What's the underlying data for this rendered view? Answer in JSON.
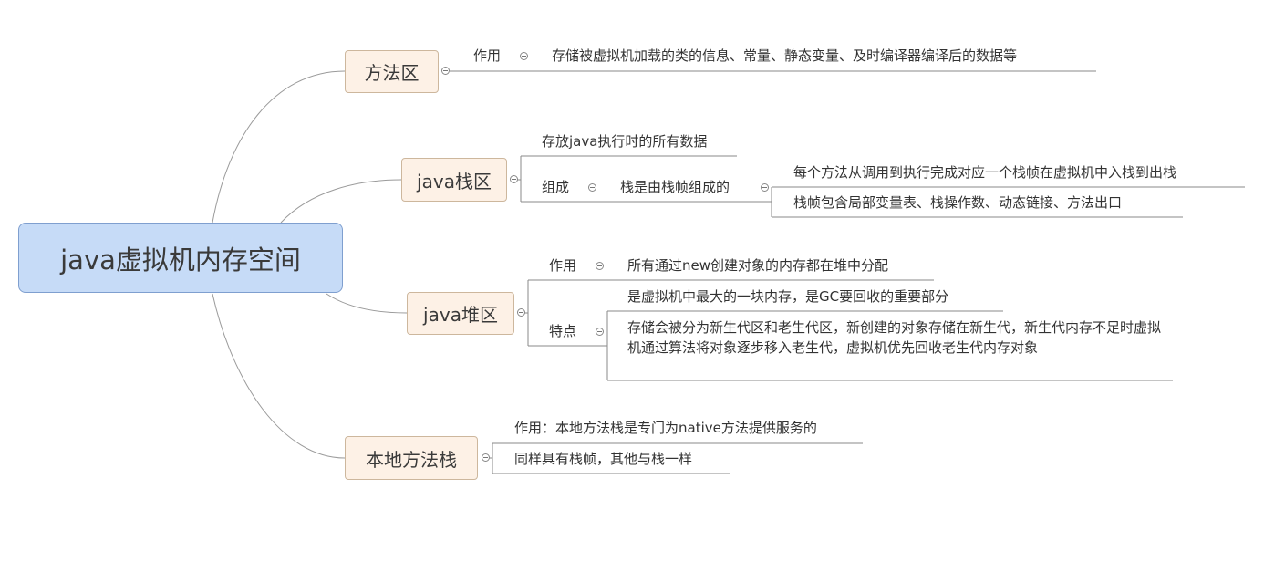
{
  "root": {
    "label": "java虚拟机内存空间"
  },
  "method_area": {
    "label": "方法区",
    "role_label": "作用",
    "role_text": "存储被虚拟机加载的类的信息、常量、静态变量、及时编译器编译后的数据等"
  },
  "java_stack": {
    "label": "java栈区",
    "store_text": "存放java执行时的所有数据",
    "compose_label": "组成",
    "compose_text": "栈是由栈帧组成的",
    "frame_text_1": "每个方法从调用到执行完成对应一个栈帧在虚拟机中入栈到出栈",
    "frame_text_2": "栈帧包含局部变量表、栈操作数、动态链接、方法出口"
  },
  "java_heap": {
    "label": "java堆区",
    "role_label": "作用",
    "role_text": "所有通过new创建对象的内存都在堆中分配",
    "feature_label": "特点",
    "feature_text_1": "是虚拟机中最大的一块内存，是GC要回收的重要部分",
    "feature_text_2": "存储会被分为新生代区和老生代区，新创建的对象存储在新生代，新生代内存不足时虚拟机通过算法将对象逐步移入老生代，虚拟机优先回收老生代内存对象"
  },
  "native_stack": {
    "label": "本地方法栈",
    "role_text": "作用：本地方法栈是专门为native方法提供服务的",
    "frame_text": "同样具有栈帧，其他与栈一样"
  }
}
